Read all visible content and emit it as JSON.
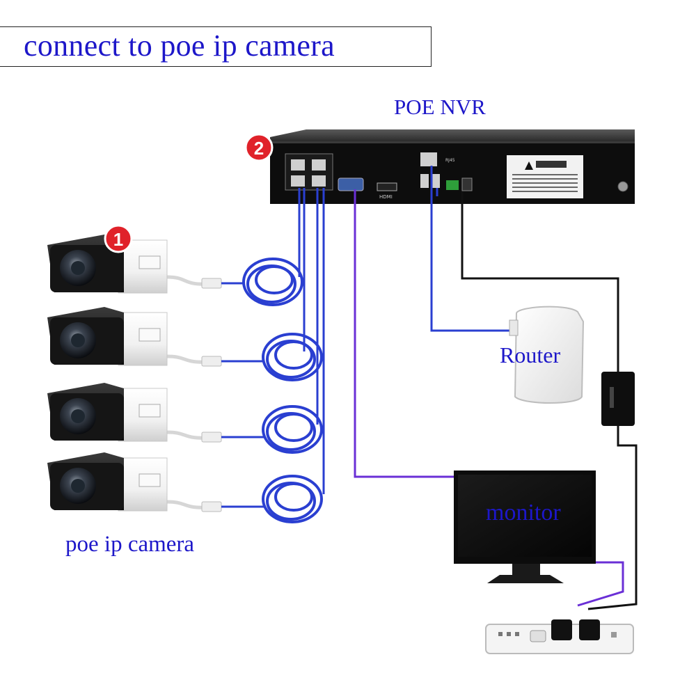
{
  "header": {
    "title": "connect to poe ip camera"
  },
  "labels": {
    "nvr": "POE NVR",
    "router": "Router",
    "monitor": "monitor",
    "cameras": "poe ip camera"
  },
  "badges": {
    "camera_step": "1",
    "nvr_step": "2"
  },
  "colors": {
    "label_text": "#1d17c9",
    "badge_red": "#e0222a",
    "ethernet_cable": "#2a3fd1",
    "vga_cable": "#6a2fd6",
    "power_cable": "#111111"
  },
  "icons": [
    "nvr-device-icon",
    "camera-icon",
    "cable-coil-icon",
    "router-icon",
    "monitor-icon",
    "power-strip-icon",
    "power-adapter-icon"
  ]
}
